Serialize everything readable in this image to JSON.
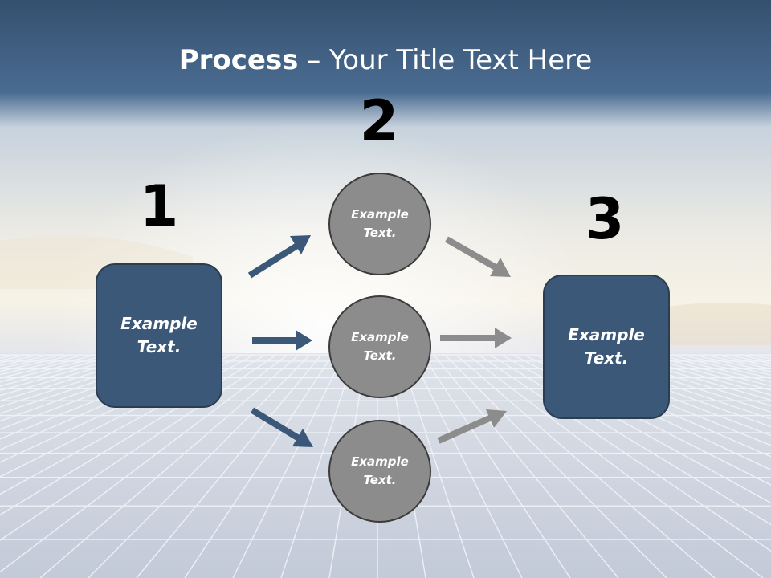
{
  "title": {
    "strong": "Process",
    "rest": " – Your Title Text Here"
  },
  "steps": [
    {
      "number": "1"
    },
    {
      "number": "2"
    },
    {
      "number": "3"
    }
  ],
  "left_box": {
    "text": "Example Text."
  },
  "circles": [
    {
      "text": "Example Text."
    },
    {
      "text": "Example Text."
    },
    {
      "text": "Example Text."
    }
  ],
  "right_box": {
    "text": "Example Text."
  },
  "colors": {
    "box_fill": "#3b5878",
    "circle_fill": "#8c8c8c",
    "arrow_blue": "#3b5878",
    "arrow_gray": "#8c8c8c",
    "header_blue": "#3d6187"
  }
}
